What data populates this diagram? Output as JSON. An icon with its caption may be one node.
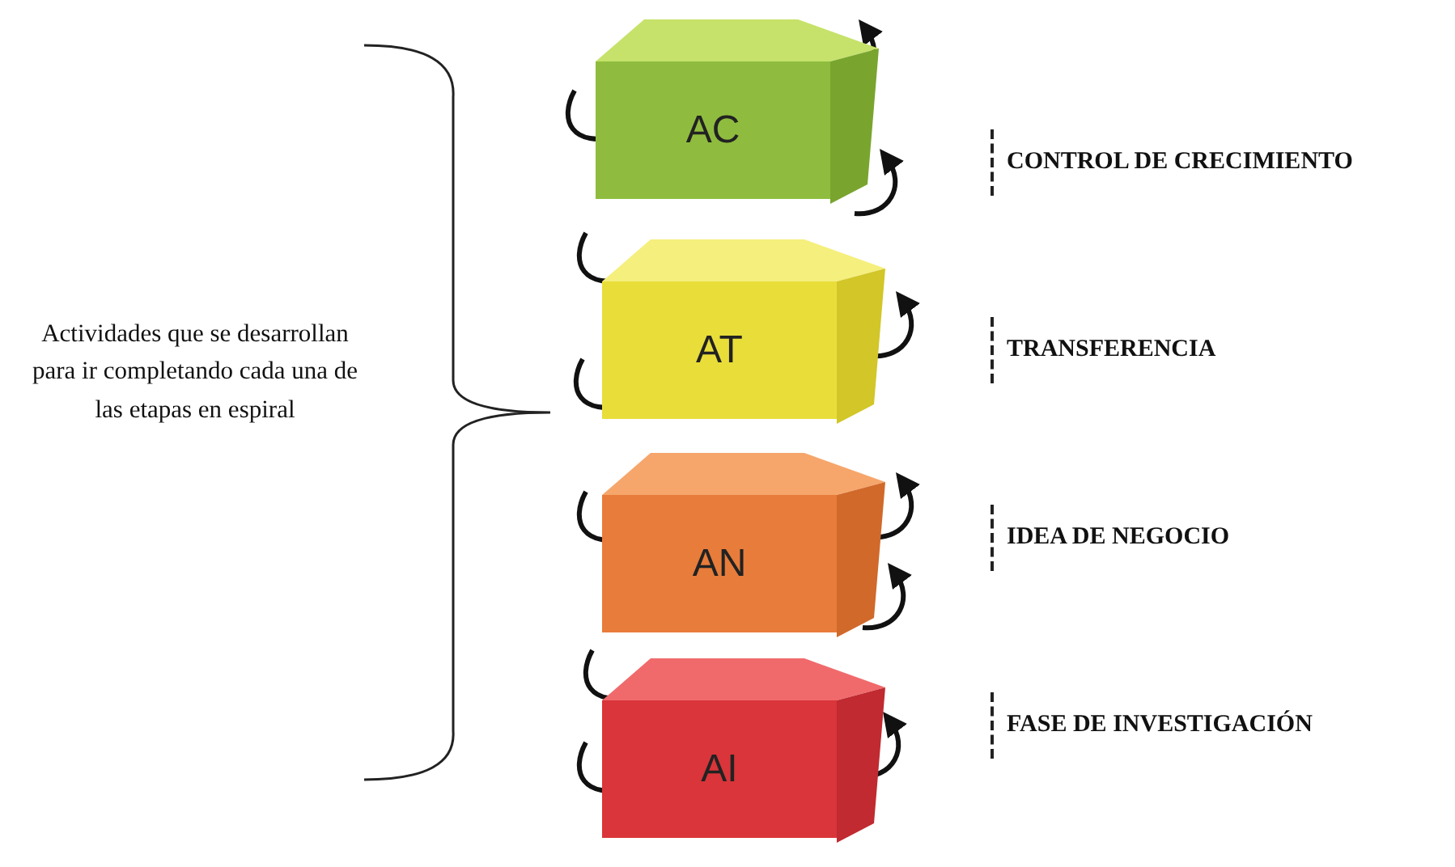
{
  "diagram": {
    "nodes": [
      {
        "text": [
          "AC"
        ]
      },
      {
        "text": [
          "AT"
        ]
      },
      {
        "text": [
          "AN"
        ]
      },
      {
        "text": [
          "AI"
        ]
      }
    ],
    "labels": [
      "Actividades que se desarrollan para ir completando cada una de las etapas en espiral",
      "CONTROL DE CRECIMIENTO",
      "TRANSFERENCIA",
      "IDEA DE NEGOCIO",
      "FASE DE INVESTIGACIÓN"
    ]
  }
}
